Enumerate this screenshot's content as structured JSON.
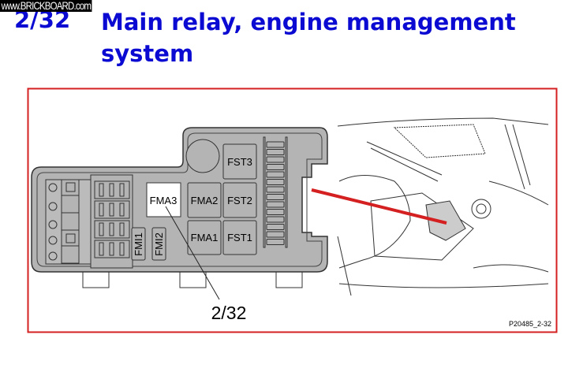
{
  "watermark": "www.BRICKBOARD.com",
  "header": {
    "number": "2/32",
    "title": "Main relay, engine management system"
  },
  "diagram": {
    "relays": [
      "FST3",
      "FMA2",
      "FST2",
      "FMA1",
      "FST1",
      "FMA3"
    ],
    "fuses": [
      "FMI1",
      "FMI2"
    ],
    "callout": "2/32",
    "figure_code": "P20485_2-32",
    "colors": {
      "frame": "#d42020",
      "highlight": "#ffffff",
      "box": "#b4b4b4",
      "title": "#0a0ad2"
    }
  }
}
